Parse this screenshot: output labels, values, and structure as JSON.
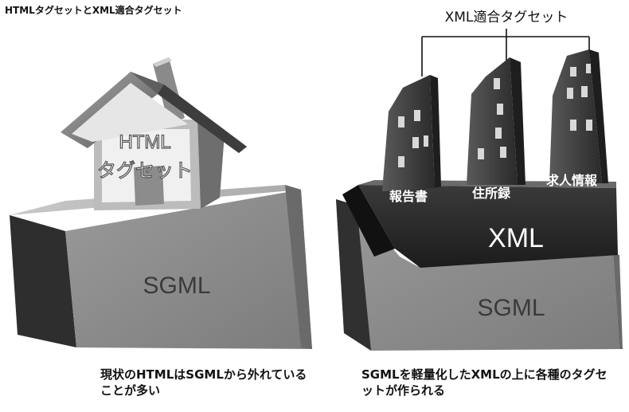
{
  "title": "HTMLタグセットとXML適合タグセット",
  "left": {
    "house_label_line1": "HTML",
    "house_label_line2": "タグセット",
    "block_label": "SGML",
    "caption": "現状のHTMLはSGMLから外れていることが多い"
  },
  "right": {
    "group_label": "XML適合タグセット",
    "buildings": [
      "報告書",
      "住所録",
      "求人情報"
    ],
    "layer_label": "XML",
    "block_label": "SGML",
    "caption": "SGMLを軽量化したXMLの上に各種のタグセットが作られる"
  }
}
